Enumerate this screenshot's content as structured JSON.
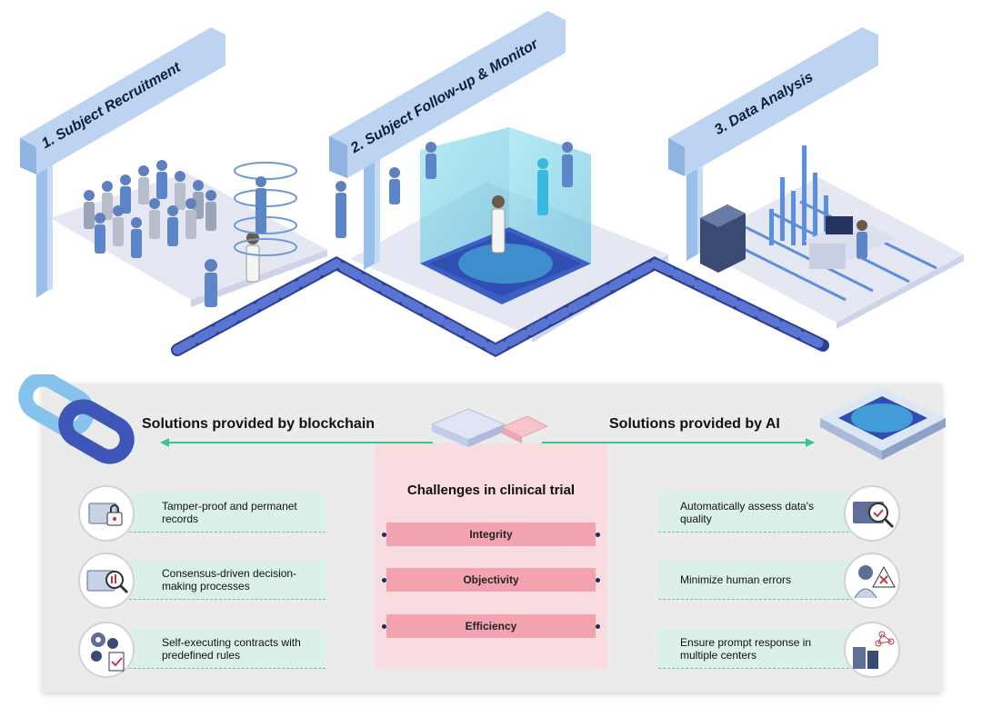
{
  "stages": [
    {
      "label": "1. Subject Recruitment"
    },
    {
      "label": "2. Subject Follow-up & Monitor"
    },
    {
      "label": "3. Data Analysis"
    }
  ],
  "panel": {
    "left_title": "Solutions provided by blockchain",
    "right_title": "Solutions provided by AI",
    "center_title": "Challenges in clinical trial",
    "challenges": [
      "Integrity",
      "Objectivity",
      "Efficiency"
    ],
    "blockchain_items": [
      {
        "text": "Tamper-proof and permanet\nrecords",
        "icon": "locked-folder-icon"
      },
      {
        "text": "Consensus-driven decision-\nmaking processes",
        "icon": "folder-magnifier-icon"
      },
      {
        "text": "Self-executing contracts with\npredefined rules",
        "icon": "gears-contract-icon"
      }
    ],
    "ai_items": [
      {
        "text": "Automatically assess data's\nquality",
        "icon": "data-quality-check-icon"
      },
      {
        "text": "Minimize human errors",
        "icon": "doctor-error-icon"
      },
      {
        "text": "Ensure prompt response in\nmultiple centers",
        "icon": "network-buildings-icon"
      }
    ]
  },
  "colors": {
    "platform": "#e4e6f3",
    "banner": "#bcd4f2",
    "chain": "#3e56b8",
    "center_box": "#f8dcdf",
    "challenge_bar": "#f3a3b0",
    "item_bg": "#dbefeb",
    "arrow": "#3cc29a"
  }
}
